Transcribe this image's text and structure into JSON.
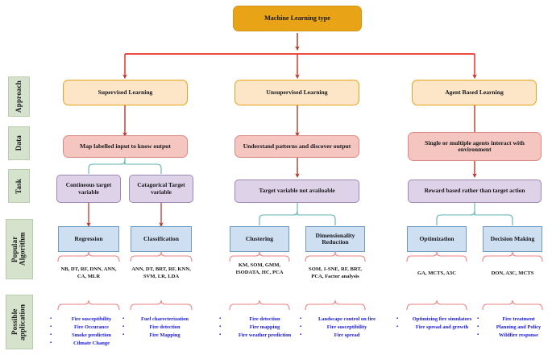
{
  "diagram": {
    "title": "Machine Learning type",
    "root": {
      "label": "Machine Learning type"
    },
    "rows": [
      {
        "key": "approach",
        "label": "Approach"
      },
      {
        "key": "data",
        "label": "Data"
      },
      {
        "key": "task",
        "label": "Task"
      },
      {
        "key": "algorithm",
        "label": "Popular Algorithm"
      },
      {
        "key": "application",
        "label": "Possible application"
      }
    ],
    "branches": {
      "supervised": {
        "approach": "Supervised Learning",
        "data": "Map labelled input to know output",
        "tasks": [
          "Contineous target variable",
          "Catagorical Target variable"
        ],
        "algorithms": [
          "Regression",
          "Classification"
        ],
        "algorithm_lists": [
          "NB, DT, RF, DNN, ANN, CA, MLR",
          "ANN, DT, BRT, RF, KNN, SVM, LR, LDA"
        ],
        "applications": [
          [
            "Fire susceptibility",
            "Fire Occurance",
            "Smoke prediction",
            "Cilmate Change"
          ],
          [
            "Fuel charecterization",
            "Fire detection",
            "Fire Mapping"
          ]
        ]
      },
      "unsupervised": {
        "approach": "Unsupervised Learning",
        "data": "Understand patterns and discover output",
        "tasks": [
          "Target variable not availoable"
        ],
        "algorithms": [
          "Clustering",
          "Dimensionality Reduction"
        ],
        "algorithm_lists": [
          "KM, SOM, GMM, ISODATA, HC, PCA",
          "SOM, 1-SNE, RF, BRT, PCA, Factor analysis"
        ],
        "applications": [
          [
            "Fire detection",
            "Fire mapping",
            "Fire weather prediction"
          ],
          [
            "Landscape control on fire",
            "Fire susceptibility",
            "Fire spread"
          ]
        ]
      },
      "agent": {
        "approach": "Agent Based Learning",
        "data": "Single or multiple agents interact with environment",
        "tasks": [
          "Reward based rather than target action"
        ],
        "algorithms": [
          "Optimization",
          "Decision Making"
        ],
        "algorithm_lists": [
          "GA, MCTS, A3C",
          "DON, A3C, MCTS"
        ],
        "applications": [
          [
            "Optimizing fire simulators",
            "Fire spread and growth"
          ],
          [
            "Fire treatment",
            "Planning and Policy",
            "Wildfire response"
          ]
        ]
      }
    },
    "colors": {
      "root_fill": "#e8a317",
      "approach_fill": "#fde6c8",
      "data_fill": "#f5c6c0",
      "task_fill": "#ded2e8",
      "algorithm_fill": "#cfdff2",
      "sideband_fill": "#d5e3cd",
      "arrow_red": "#c0392b",
      "brace_red": "#f08080",
      "brace_teal": "#5fb3ad",
      "application_text": "#1818e0"
    }
  }
}
